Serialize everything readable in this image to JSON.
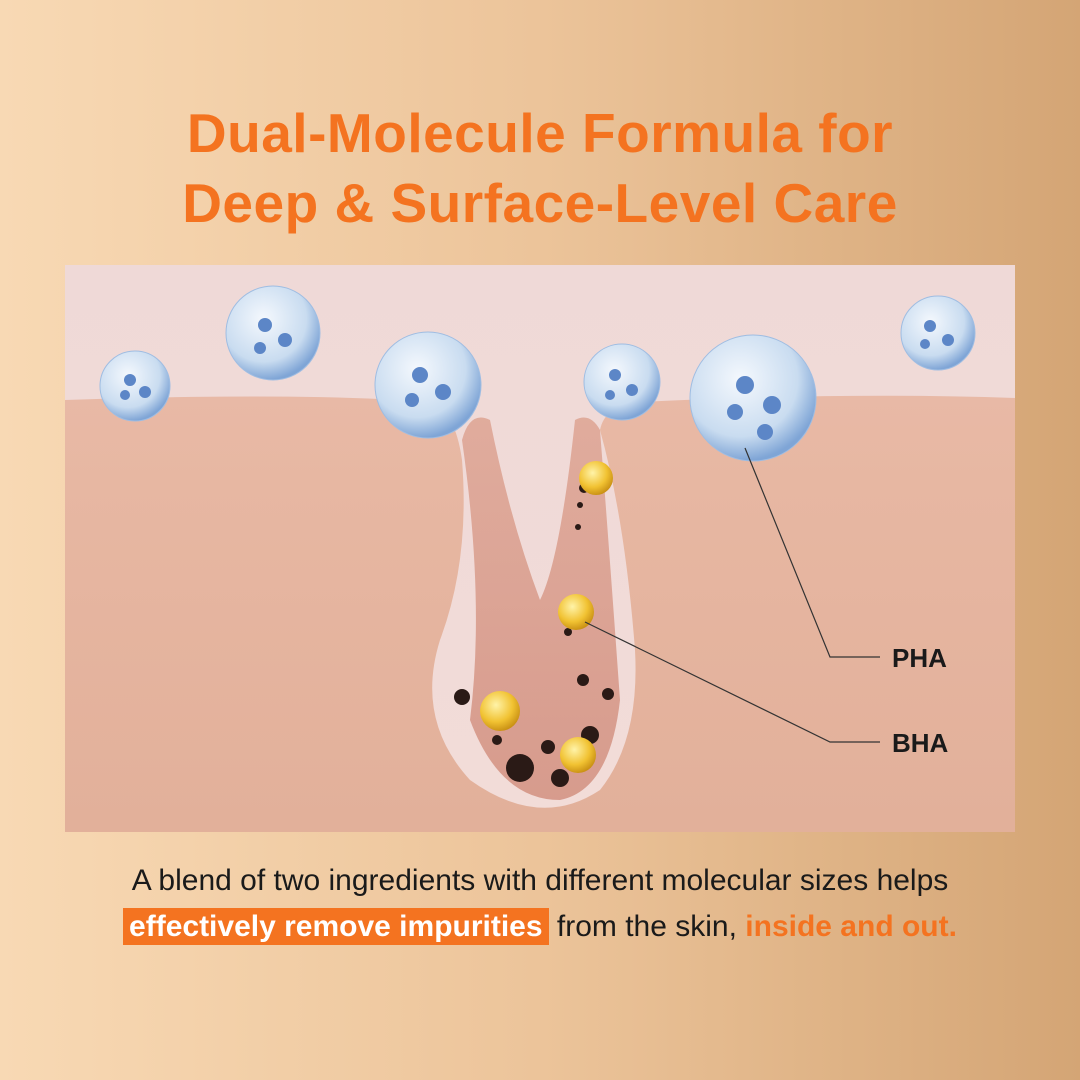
{
  "title": {
    "line1": "Dual-Molecule Formula for",
    "line2": "Deep & Surface-Level Care"
  },
  "illustration": {
    "label_pha": "PHA",
    "label_bha": "BHA"
  },
  "caption": {
    "line1": "A blend of two ingredients with different molecular sizes helps",
    "highlight": "effectively remove impurities",
    "middle": " from the skin, ",
    "accent": "inside and out."
  },
  "colors": {
    "accent": "#f47320"
  }
}
